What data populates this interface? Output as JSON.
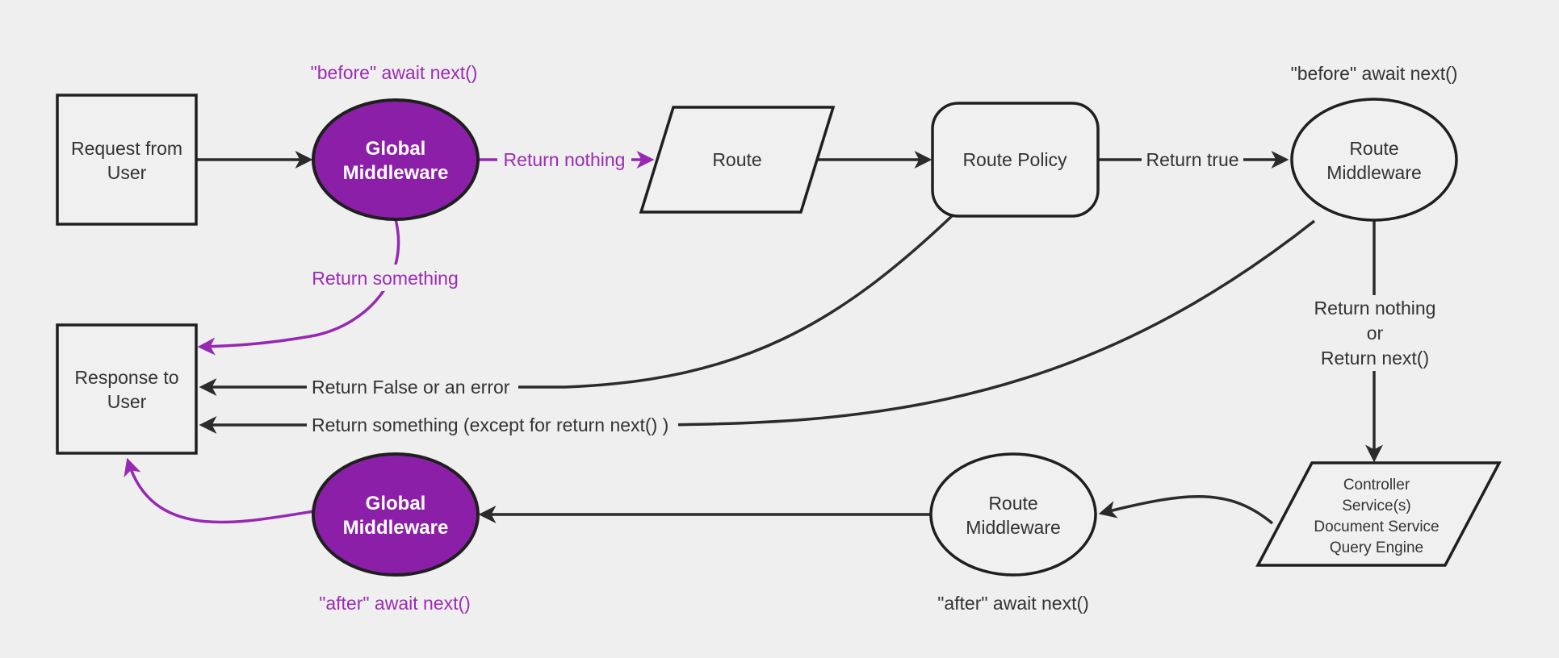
{
  "diagram_title": "middleware-request-response-lifecycle-flowchart",
  "colors": {
    "background": "#efefef",
    "node_fill": "#f0f0f0",
    "node_border": "#1f1f1f",
    "line": "#2b2b2b",
    "text": "#333333",
    "purple_fill": "#8b1fa8",
    "purple_stroke": "#9728b3",
    "purple_text": "#9c2bb5",
    "white_text": "#ffffff"
  },
  "nodes": {
    "request": {
      "line1": "Request from",
      "line2": "User"
    },
    "global_middleware_top": {
      "line1": "Global",
      "line2": "Middleware"
    },
    "route": {
      "label": "Route"
    },
    "route_policy": {
      "label": "Route Policy"
    },
    "route_middleware_top": {
      "line1": "Route",
      "line2": "Middleware"
    },
    "controller_services": {
      "line1": "Controller",
      "line2": "Service(s)",
      "line3": "Document Service",
      "line4": "Query Engine"
    },
    "route_middleware_bottom": {
      "line1": "Route",
      "line2": "Middleware"
    },
    "global_middleware_bottom": {
      "line1": "Global",
      "line2": "Middleware"
    },
    "response": {
      "line1": "Response to",
      "line2": "User"
    }
  },
  "edge_labels": {
    "before_await_left": "\"before\" await next()",
    "return_nothing": "Return nothing",
    "return_something": "Return something",
    "return_true": "Return true",
    "before_await_right": "\"before\" await next()",
    "return_nothing_or": {
      "line1": "Return nothing",
      "line2": "or",
      "line3": "Return next()"
    },
    "return_false_error": "Return False or an error",
    "return_something_except": "Return something (except for return next() )",
    "after_await_left": "\"after\" await next()",
    "after_await_right": "\"after\" await next()"
  }
}
